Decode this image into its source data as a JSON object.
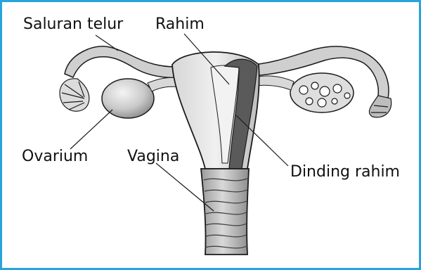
{
  "colors": {
    "frame_border": "#29a3dc",
    "tissue_light": "#e4e4e4",
    "tissue_mid": "#b4b4b4",
    "tissue_dark": "#5a5a5a",
    "outline": "#1a1a1a"
  },
  "labels": {
    "oviduct": "Saluran telur",
    "uterus": "Rahim",
    "ovary": "Ovarium",
    "vagina": "Vagina",
    "uterine_wall": "Dinding rahim"
  }
}
